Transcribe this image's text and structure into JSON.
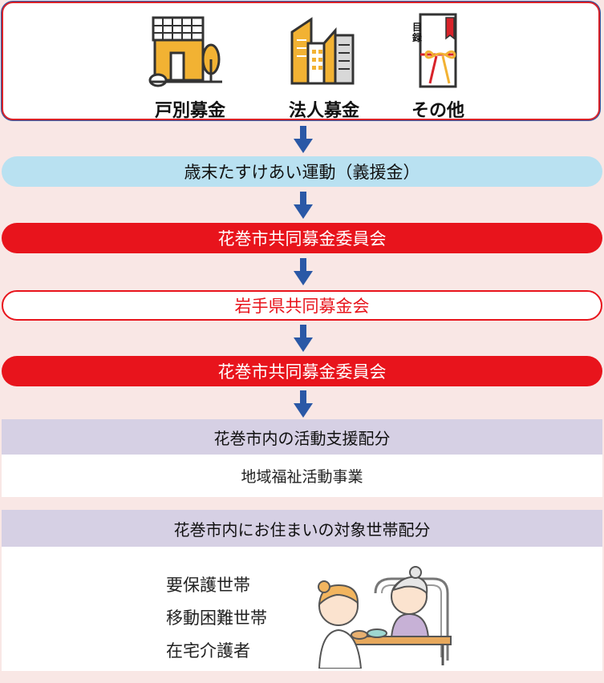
{
  "sources": {
    "items": [
      {
        "label": "戸別募金",
        "icon": "house-icon"
      },
      {
        "label": "法人募金",
        "icon": "office-buildings-icon"
      },
      {
        "label": "その他",
        "icon": "gift-envelope-icon"
      }
    ],
    "envelope_text": "目録"
  },
  "flow": [
    {
      "label": "歳末たすけあい運動（義援金）",
      "style": "blue"
    },
    {
      "label": "花巻市共同募金委員会",
      "style": "red"
    },
    {
      "label": "岩手県共同募金会",
      "style": "white"
    },
    {
      "label": "花巻市共同募金委員会",
      "style": "red"
    }
  ],
  "allocations": [
    {
      "title": "花巻市内の活動支援配分",
      "items": [
        "地域福祉活動事業"
      ]
    },
    {
      "title": "花巻市内にお住まいの対象世帯配分",
      "items": [
        "要保護世帯",
        "移動困難世帯",
        "在宅介護者"
      ]
    }
  ],
  "colors": {
    "red": "#e8141c",
    "blue_pill": "#b9e1f1",
    "arrow": "#2a58a6",
    "lavender": "#d6d0e4",
    "background": "#f9e7e5"
  }
}
